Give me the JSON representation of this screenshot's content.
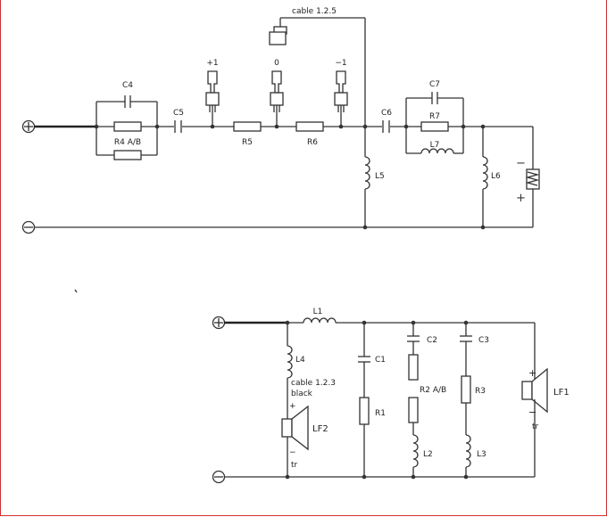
{
  "top_circuit": {
    "cable_label": "cable 1.2.5",
    "terminals": [
      "+1",
      "0",
      "−1"
    ],
    "components": {
      "C4": "C4",
      "R4": "R4 A/B",
      "C5": "C5",
      "R5": "R5",
      "R6": "R6",
      "L5": "L5",
      "C6": "C6",
      "C7": "C7",
      "R7": "R7",
      "L7": "L7",
      "L6": "L6"
    },
    "speaker_minus": "−",
    "speaker_plus": "+"
  },
  "bottom_circuit": {
    "components": {
      "L1": "L1",
      "L4": "L4",
      "C1": "C1",
      "R1": "R1",
      "C2": "C2",
      "R2": "R2 A/B",
      "L2": "L2",
      "C3": "C3",
      "R3": "R3",
      "L3": "L3"
    },
    "cable_label_1": "cable 1.2.3",
    "cable_label_2": "black",
    "lf2": {
      "name": "LF2",
      "plus": "+",
      "minus": "−",
      "tr": "tr"
    },
    "lf1": {
      "name": "LF1",
      "plus": "+",
      "minus": "−",
      "tr": "tr"
    }
  }
}
